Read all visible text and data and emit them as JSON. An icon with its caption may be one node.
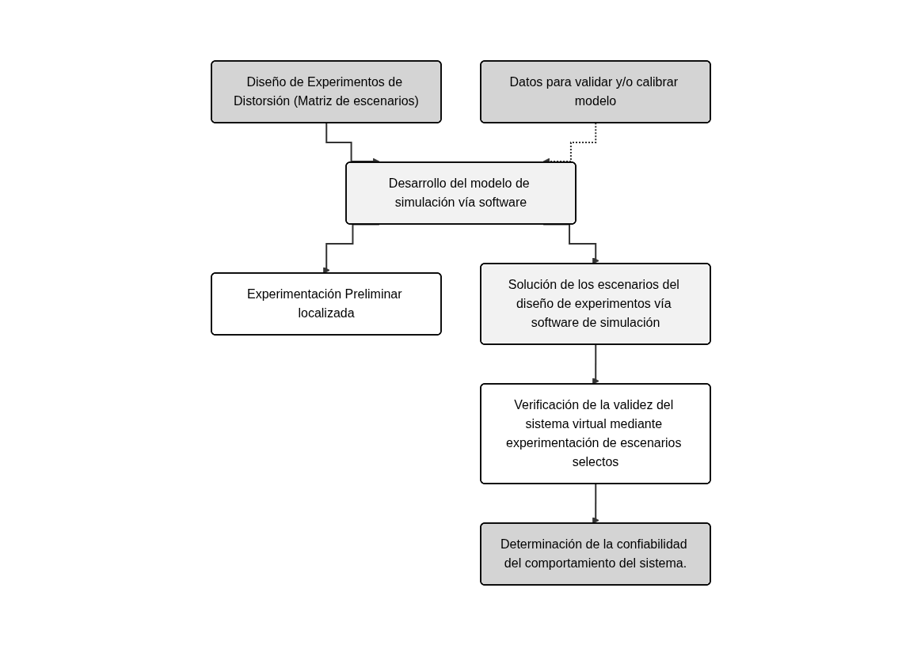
{
  "diagram": {
    "nodes": [
      {
        "text": [
          "Diseño de Experimentos de Distorsión (Matriz de escenarios)"
        ]
      },
      {
        "text": [
          "Desarrollo del modelo de simulación vía software"
        ]
      },
      {
        "text": [
          "Experimentación Preliminar localizada"
        ]
      },
      {
        "text": [
          "Datos para validar y/o calibrar modelo"
        ]
      },
      {
        "text": [
          "Solución de los escenarios del diseño de experimentos vía software de simulación"
        ]
      },
      {
        "text": [
          "Verificación de la validez del sistema virtual mediante experimentación de escenarios selectos"
        ]
      },
      {
        "text": [
          "Determinación de la confiabilidad del comportamiento del sistema."
        ]
      }
    ],
    "edges": [
      {
        "from": 0,
        "to": 1,
        "arrow": "to"
      },
      {
        "from": 1,
        "to": 2,
        "arrow": "to"
      },
      {
        "from": 3,
        "to": 1,
        "arrow": "to",
        "style": "dashed"
      },
      {
        "from": 1,
        "to": 4,
        "arrow": "to"
      },
      {
        "from": 4,
        "to": 5,
        "arrow": "to"
      },
      {
        "from": 5,
        "to": 6,
        "arrow": "to"
      }
    ]
  }
}
